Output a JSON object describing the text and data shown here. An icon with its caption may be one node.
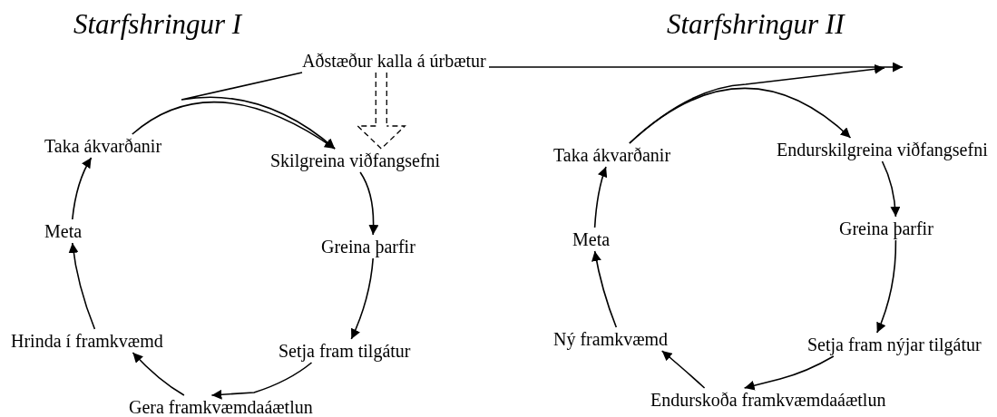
{
  "diagram": {
    "nodes": [
      {
        "text": [
          "Aðstæður kalla á úrbætur"
        ]
      },
      {
        "text": [
          "Taka ákvarðanir"
        ]
      },
      {
        "text": [
          "Skilgreina viðfangsefni"
        ]
      },
      {
        "text": [
          "Greina þarfir"
        ]
      },
      {
        "text": [
          "Setja fram tilgátur"
        ]
      },
      {
        "text": [
          "Gera framkvæmdaáætlun"
        ]
      },
      {
        "text": [
          "Hrinda í framkvæmd"
        ]
      },
      {
        "text": [
          "Meta"
        ]
      },
      {
        "text": [
          "Taka ákvarðanir"
        ]
      },
      {
        "text": [
          "Endurskilgreina viðfangsefni"
        ]
      },
      {
        "text": [
          "Greina þarfir"
        ]
      },
      {
        "text": [
          "Setja fram nýjar tilgátur"
        ]
      },
      {
        "text": [
          "Endurskoða framkvæmdaáætlun"
        ]
      },
      {
        "text": [
          "Ný framkvæmd"
        ]
      },
      {
        "text": [
          "Meta"
        ]
      }
    ],
    "edges": [
      {
        "from": 1,
        "to": 2,
        "arrow": "to"
      },
      {
        "from": 0,
        "to": 2,
        "arrow": "to"
      },
      {
        "from": 0,
        "to": 2,
        "arrow": "to",
        "style": "dashed"
      },
      {
        "from": 2,
        "to": 3,
        "arrow": "to"
      },
      {
        "from": 3,
        "to": 4,
        "arrow": "to"
      },
      {
        "from": 4,
        "to": 5,
        "arrow": "to"
      },
      {
        "from": 5,
        "to": 6,
        "arrow": "to"
      },
      {
        "from": 6,
        "to": 7,
        "arrow": "to"
      },
      {
        "from": 7,
        "to": 1,
        "arrow": "to"
      },
      {
        "from": 0,
        "to": null,
        "arrow": "to"
      },
      {
        "from": 8,
        "to": null,
        "arrow": "to"
      },
      {
        "from": 8,
        "to": 9,
        "arrow": "to"
      },
      {
        "from": 9,
        "to": 10,
        "arrow": "to"
      },
      {
        "from": 10,
        "to": 11,
        "arrow": "to"
      },
      {
        "from": 11,
        "to": 12,
        "arrow": "to"
      },
      {
        "from": 12,
        "to": 13,
        "arrow": "to"
      },
      {
        "from": 13,
        "to": 14,
        "arrow": "to"
      },
      {
        "from": 14,
        "to": 8,
        "arrow": "to"
      }
    ],
    "labels": [
      "Starfshringur I",
      "Starfshringur II"
    ]
  }
}
